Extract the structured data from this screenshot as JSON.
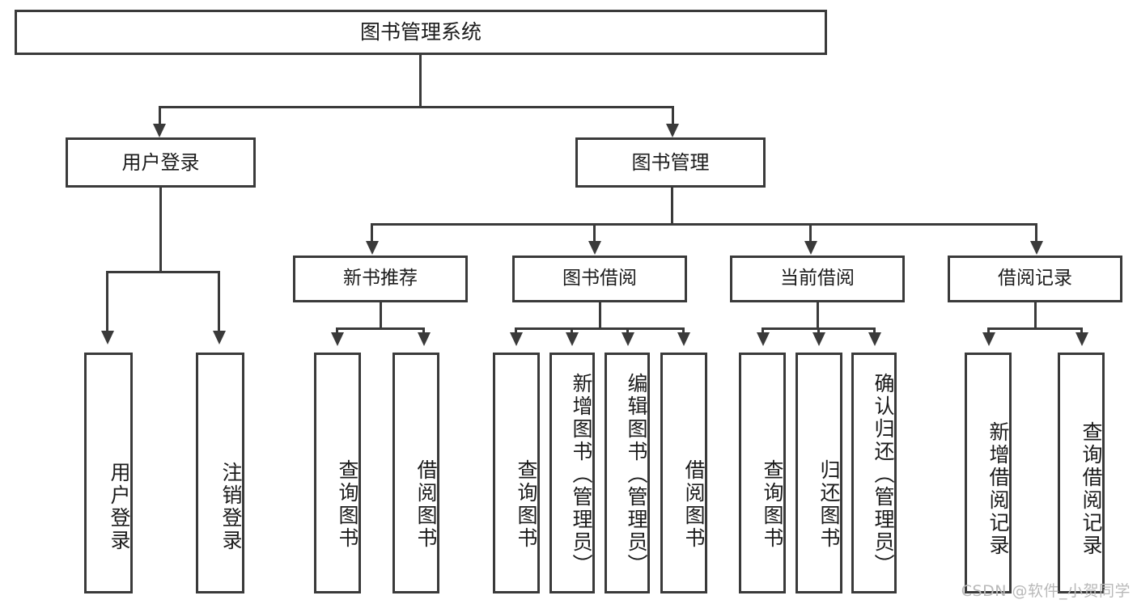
{
  "diagram": {
    "title": "图书管理系统",
    "type": "tree",
    "watermark": "CSDN @软件_小贺同学",
    "colors": {
      "stroke": "#3a3a3a",
      "background": "#ffffff",
      "text": "#1b1b1b",
      "watermark": "#b9b9b9"
    },
    "root": {
      "label": "图书管理系统"
    },
    "level2": [
      {
        "label": "用户登录"
      },
      {
        "label": "图书管理"
      }
    ],
    "level3": [
      {
        "label": "新书推荐"
      },
      {
        "label": "图书借阅"
      },
      {
        "label": "当前借阅"
      },
      {
        "label": "借阅记录"
      }
    ],
    "leaves": {
      "user_login": [
        {
          "label": "用户登录"
        },
        {
          "label": "注销登录"
        }
      ],
      "new_book": [
        {
          "label": "查询图书"
        },
        {
          "label": "借阅图书"
        }
      ],
      "book_borrow": [
        {
          "label": "查询图书"
        },
        {
          "label": "新增图书（管理员）"
        },
        {
          "label": "编辑图书（管理员）"
        },
        {
          "label": "借阅图书"
        }
      ],
      "current_borrow": [
        {
          "label": "查询图书"
        },
        {
          "label": "归还图书"
        },
        {
          "label": "确认归还（管理员）"
        }
      ],
      "borrow_record": [
        {
          "label": "新增借阅记录"
        },
        {
          "label": "查询借阅记录"
        }
      ]
    }
  }
}
